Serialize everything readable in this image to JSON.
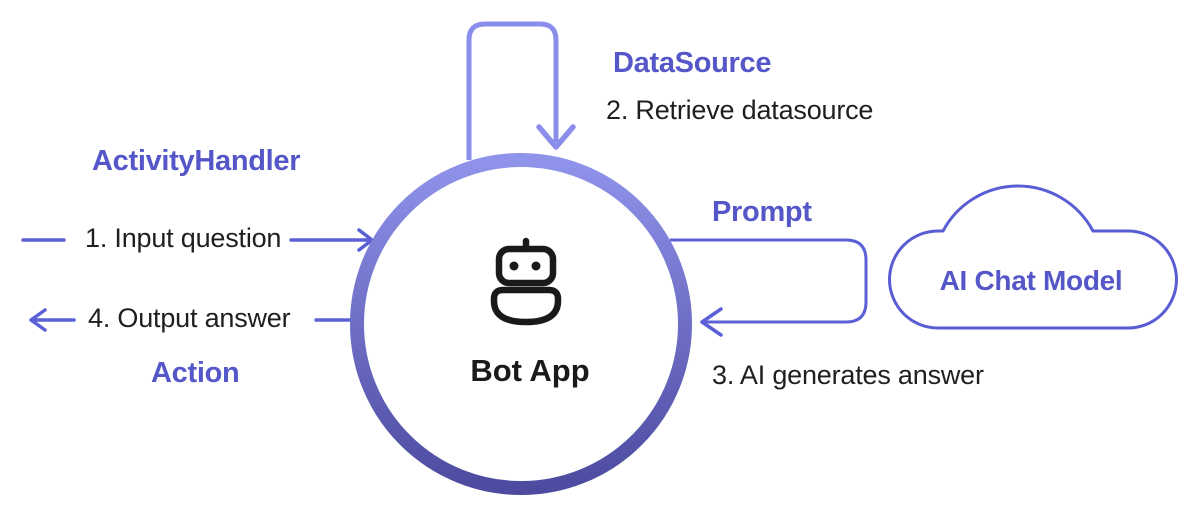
{
  "palette": {
    "label_purple": "#5557c8",
    "line_purple": "#5c60d6",
    "loop_light": "#8a8eea",
    "cloud_stroke": "#585dd3",
    "circle_gradient_top": "#8f93ea",
    "circle_gradient_bottom": "#4c4ba0",
    "text_dark": "#1f1f1f",
    "background": "#ffffff"
  },
  "diagram": {
    "center_node": {
      "label": "Bot App",
      "icon": "robot-icon"
    },
    "top_loop": {
      "label": "DataSource",
      "step": "2. Retrieve datasource"
    },
    "left": {
      "handler_label": "ActivityHandler",
      "input_step": "1. Input question",
      "output_step": "4. Output answer",
      "action_label": "Action"
    },
    "right": {
      "prompt_label": "Prompt",
      "cloud_label": "AI Chat Model",
      "step": "3. AI generates answer"
    }
  }
}
